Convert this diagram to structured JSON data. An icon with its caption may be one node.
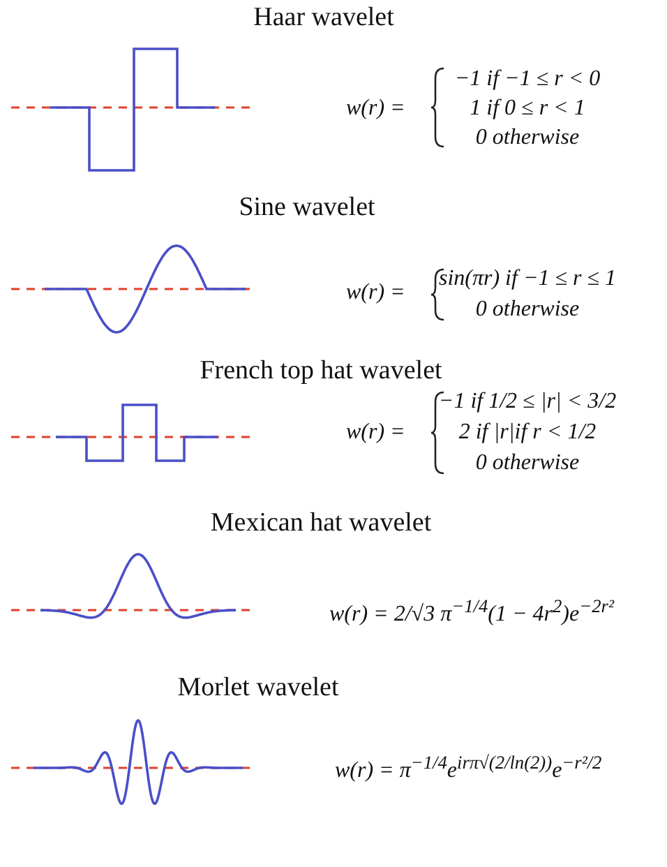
{
  "diagram": {
    "labels": [
      "Haar wavelet",
      "w(r) =",
      "−1 if −1 ≤ r < 0",
      "1 if 0 ≤ r < 1",
      "0 otherwise",
      "Sine wavelet",
      "w(r) =",
      "sin(πr) if −1 ≤ r ≤ 1",
      "0 otherwise",
      "French top hat wavelet",
      "w(r) =",
      "−1 if 1/2 ≤ |r| < 3/2",
      "2 if |r|if r < 1/2",
      "0 otherwise",
      "Mexican hat wavelet",
      "w(r) = 2/√3 π$^{−1/4}$(1 − 4r$^{2}$)e$^{−2r²}$",
      "Morlet wavelet",
      "w(r) = π$^{−1/4}$e$^{irπ√(2/ln(2))}$e$^{−r²/2}$"
    ]
  }
}
